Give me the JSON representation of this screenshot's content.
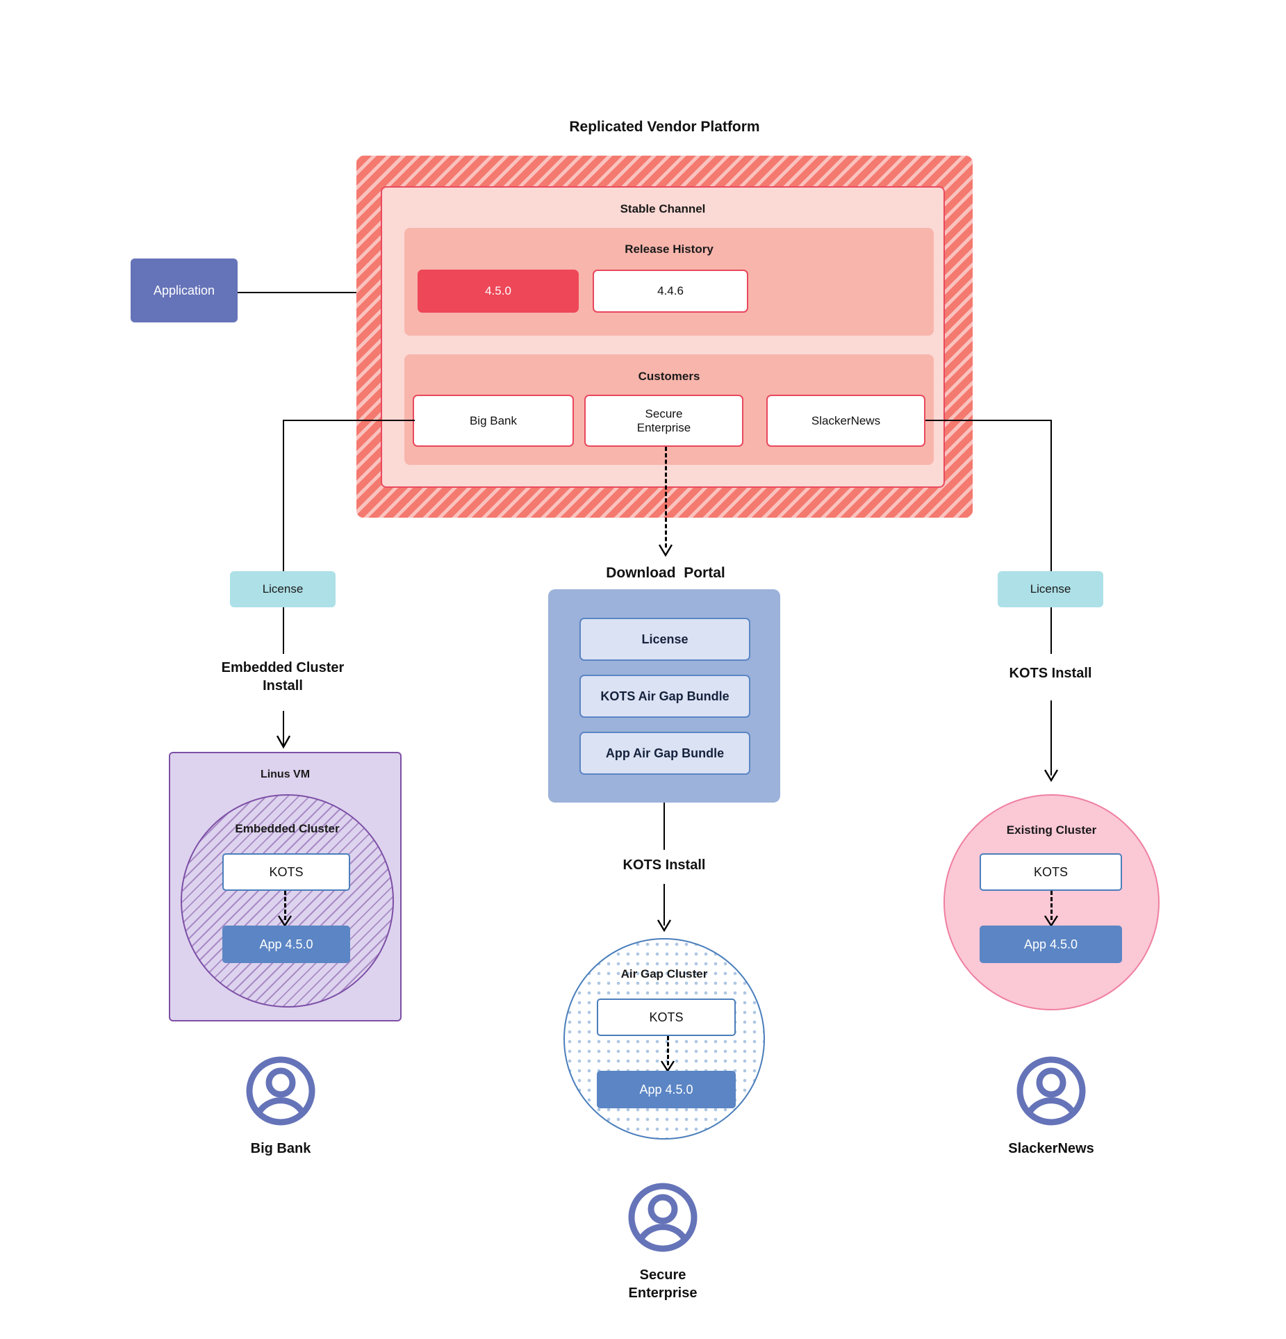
{
  "diagram": {
    "title": "Replicated Vendor Platform"
  },
  "application": {
    "label": "Application"
  },
  "vendor_platform": {
    "title": "Replicated Vendor Platform",
    "channel": {
      "title": "Stable Channel",
      "release_history": {
        "title": "Release History",
        "releases": [
          {
            "version": "4.5.0",
            "state": "current"
          },
          {
            "version": "4.4.6",
            "state": "previous"
          }
        ]
      },
      "customers_panel": {
        "title": "Customers",
        "customers": [
          {
            "name": "Big Bank"
          },
          {
            "name": "Secure\nEnterprise"
          },
          {
            "name": "SlackerNews"
          }
        ]
      }
    }
  },
  "left_flow": {
    "license_label": "License",
    "install_label": "Embedded Cluster\nInstall",
    "vm": {
      "title": "Linus VM",
      "cluster_title": "Embedded Cluster",
      "kots_label": "KOTS",
      "app_label": "App 4.5.0"
    },
    "customer_label": "Big Bank"
  },
  "middle_flow": {
    "portal_title": "Download  Portal",
    "portal_items": [
      {
        "label": "License"
      },
      {
        "label": "KOTS Air Gap Bundle"
      },
      {
        "label": "App Air Gap Bundle"
      }
    ],
    "install_label": "KOTS Install",
    "cluster": {
      "title": "Air Gap Cluster",
      "kots_label": "KOTS",
      "app_label": "App 4.5.0"
    },
    "customer_label": "Secure\nEnterprise"
  },
  "right_flow": {
    "license_label": "License",
    "install_label": "KOTS Install",
    "cluster": {
      "title": "Existing Cluster",
      "kots_label": "KOTS",
      "app_label": "App 4.5.0"
    },
    "customer_label": "SlackerNews"
  },
  "colors": {
    "platform_stripe": "#f4796f",
    "channel_bg": "#fbd9d4",
    "panel_bg": "#f8b5ac",
    "release_current": "#ee4758",
    "customer_border": "#e8485c",
    "application": "#6573b8",
    "license": "#ade0e7",
    "portal": "#9cb2da",
    "portal_item": "#dbe2f4",
    "vm": "#ddd3ee",
    "vm_border": "#7d4fa6",
    "airgap_border": "#4a7ebb",
    "existing_cluster": "#fbc8d6",
    "app_node": "#5b85c4",
    "avatar": "#6573b8"
  }
}
